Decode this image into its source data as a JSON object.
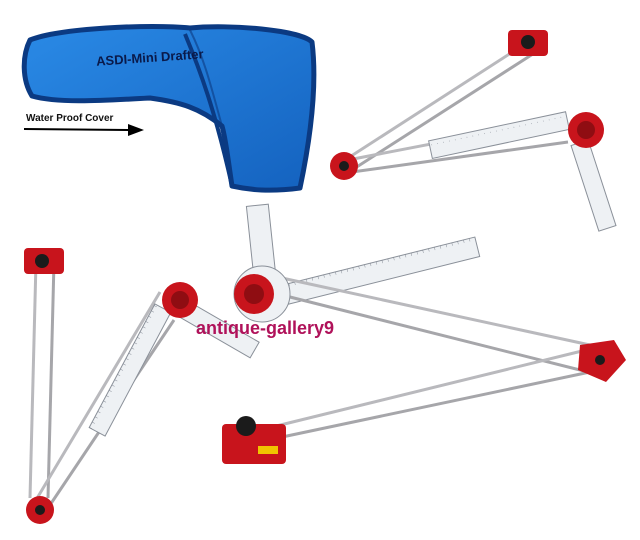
{
  "product": {
    "bag_title": "ASDI-Mini Drafter",
    "cover_label": "Water Proof Cover",
    "watermark": "antique-gallery9"
  },
  "colors": {
    "bag_blue": "#1a78d6",
    "bag_dark": "#0b3a82",
    "head_red": "#c8141c",
    "ruler_fill": "#eef1f4",
    "rod_silver": "#b9b9bd",
    "watermark": "#b0125a"
  }
}
